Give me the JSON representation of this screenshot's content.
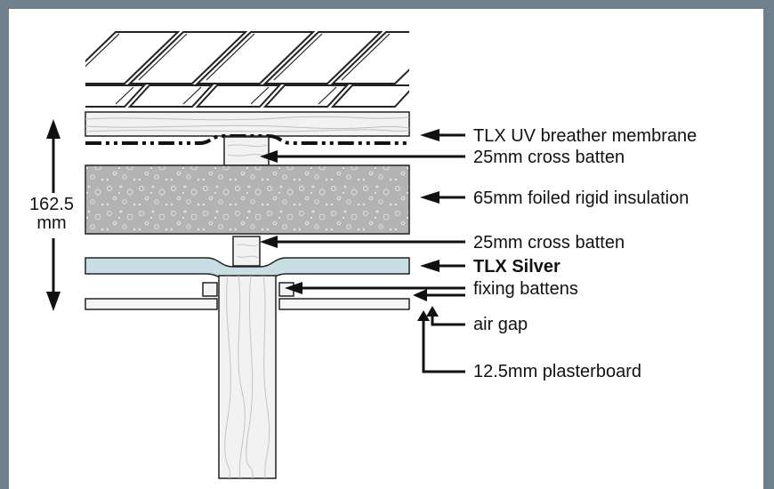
{
  "labels": {
    "breather_membrane": "TLX UV breather membrane",
    "cross_batten_top": "25mm cross batten",
    "rigid_insulation": "65mm foiled rigid insulation",
    "cross_batten_bottom": "25mm cross batten",
    "tlx_silver": "TLX Silver",
    "fixing_battens": "fixing battens",
    "air_gap": "air gap",
    "plasterboard": "12.5mm plasterboard"
  },
  "dimension": {
    "value": "162.5",
    "unit": "mm"
  },
  "colors": {
    "frame": "#6f7f8c",
    "insulation": "#b5b5b5",
    "tlx_silver": "#c9dde4",
    "timber": "#f2f2f2",
    "outline": "#222222"
  }
}
